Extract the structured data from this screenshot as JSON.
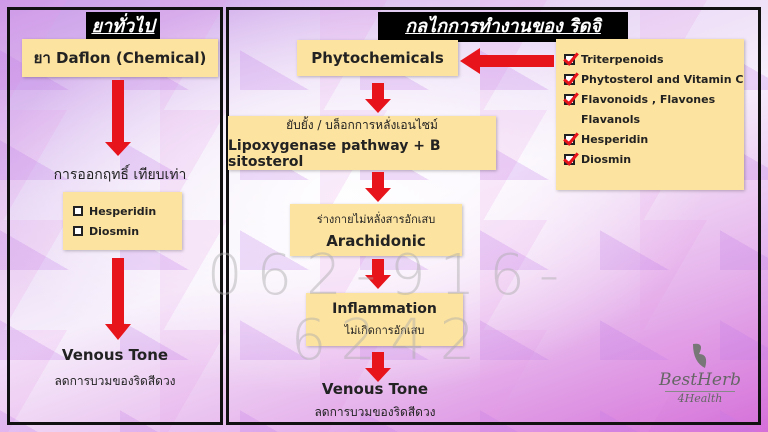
{
  "left": {
    "title": "ยาทั่วไป",
    "drug": "ยา Daflon (Chemical)",
    "equivalent": "การออกฤทธิ์ เทียบเท่า",
    "items": [
      "Hesperidin",
      "Diosmin"
    ],
    "result": "Venous Tone",
    "result_sub": "ลดการบวมของริดสีดวง"
  },
  "right": {
    "title": "กลไกการทำงานของ ริดจิ",
    "phyto": "Phytochemicals",
    "list": [
      "Triterpenoids",
      "Phytosterol and Vitamin C",
      "Flavonoids , Flavones",
      "Flavanols",
      "Hesperidin",
      "Diosmin"
    ],
    "inhibit": "ยับยั้ง / บล็อกการหลั่งเอนไซม์",
    "pathway": "Lipoxygenase pathway + B sitosterol",
    "body": "ร่างกายไม่หลั่งสารอักเสบ",
    "arachidonic": "Arachidonic",
    "inflammation": "Inflammation",
    "no_inflammation": "ไม่เกิดการอักเสบ",
    "result": "Venous Tone",
    "result_sub": "ลดการบวมของริดสีดวง"
  },
  "watermark": "062-916-6242",
  "logo": {
    "name": "BestHerb",
    "sub": "4Health"
  },
  "colors": {
    "arrow": "#e8141b",
    "box": "#fde3a0"
  }
}
